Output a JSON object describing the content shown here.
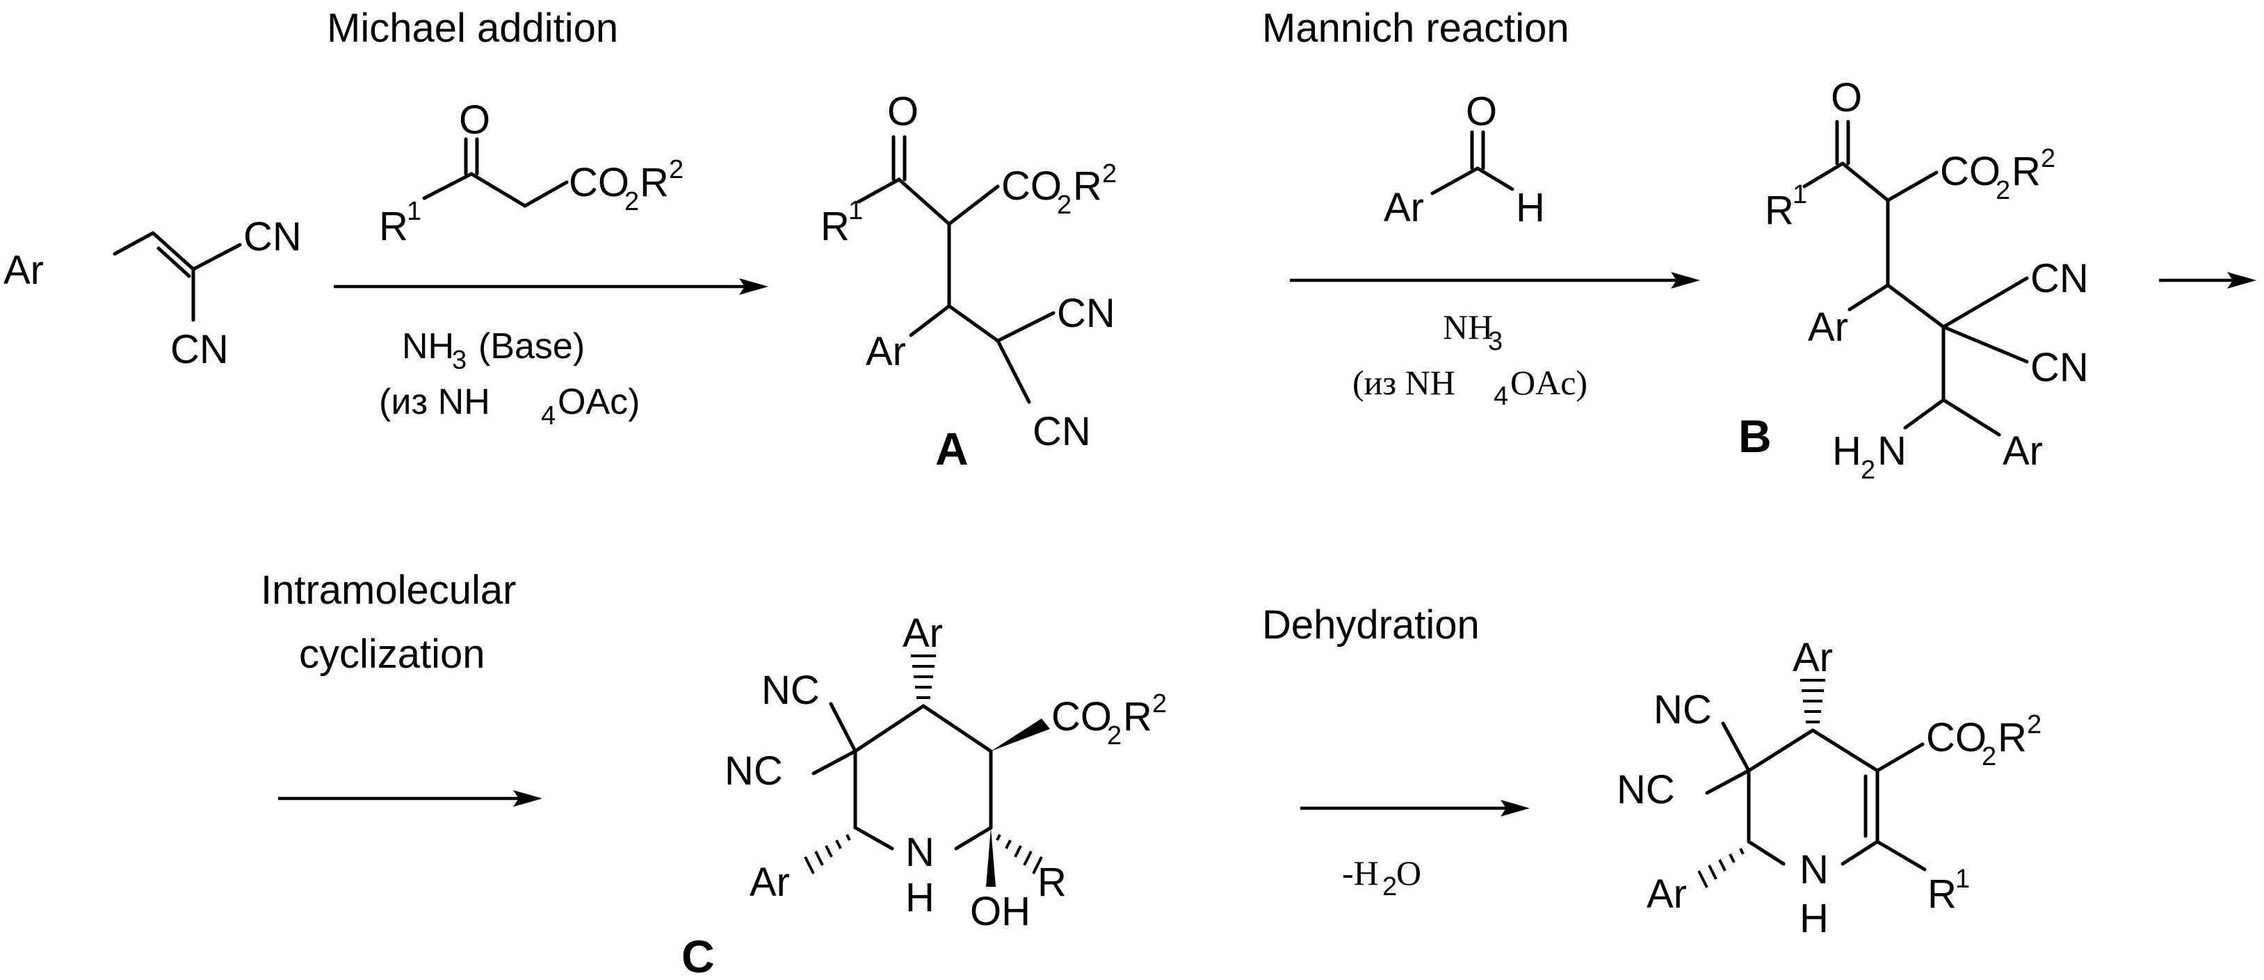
{
  "steps": {
    "michael": "Michael addition",
    "mannich": "Mannich reaction",
    "cyclization_line1": "Intramolecular",
    "cyclization_line2": "cyclization",
    "dehydration": "Dehydration"
  },
  "conditions": {
    "michael_base": "(Base)",
    "michael_source_prefix": "(из NH",
    "michael_source_suffix": "OAc)",
    "mannich_source_prefix": "(из NH",
    "mannich_source_suffix": "OAc)",
    "water_loss": "-H",
    "water_o": "O"
  },
  "atoms": {
    "ar": "Ar",
    "cn": "CN",
    "nc": "NC",
    "o": "O",
    "h": "H",
    "n": "N",
    "oh": "OH",
    "r": "R",
    "r1": "R",
    "nh3": "NH",
    "co2r2_a": "CO",
    "co2r2_b": "R",
    "h2n_a": "H",
    "h2n_b": "N"
  },
  "indices": {
    "one": "1",
    "two": "2",
    "three": "3",
    "four": "4"
  },
  "compounds": {
    "A": "A",
    "B": "B",
    "C": "C"
  }
}
